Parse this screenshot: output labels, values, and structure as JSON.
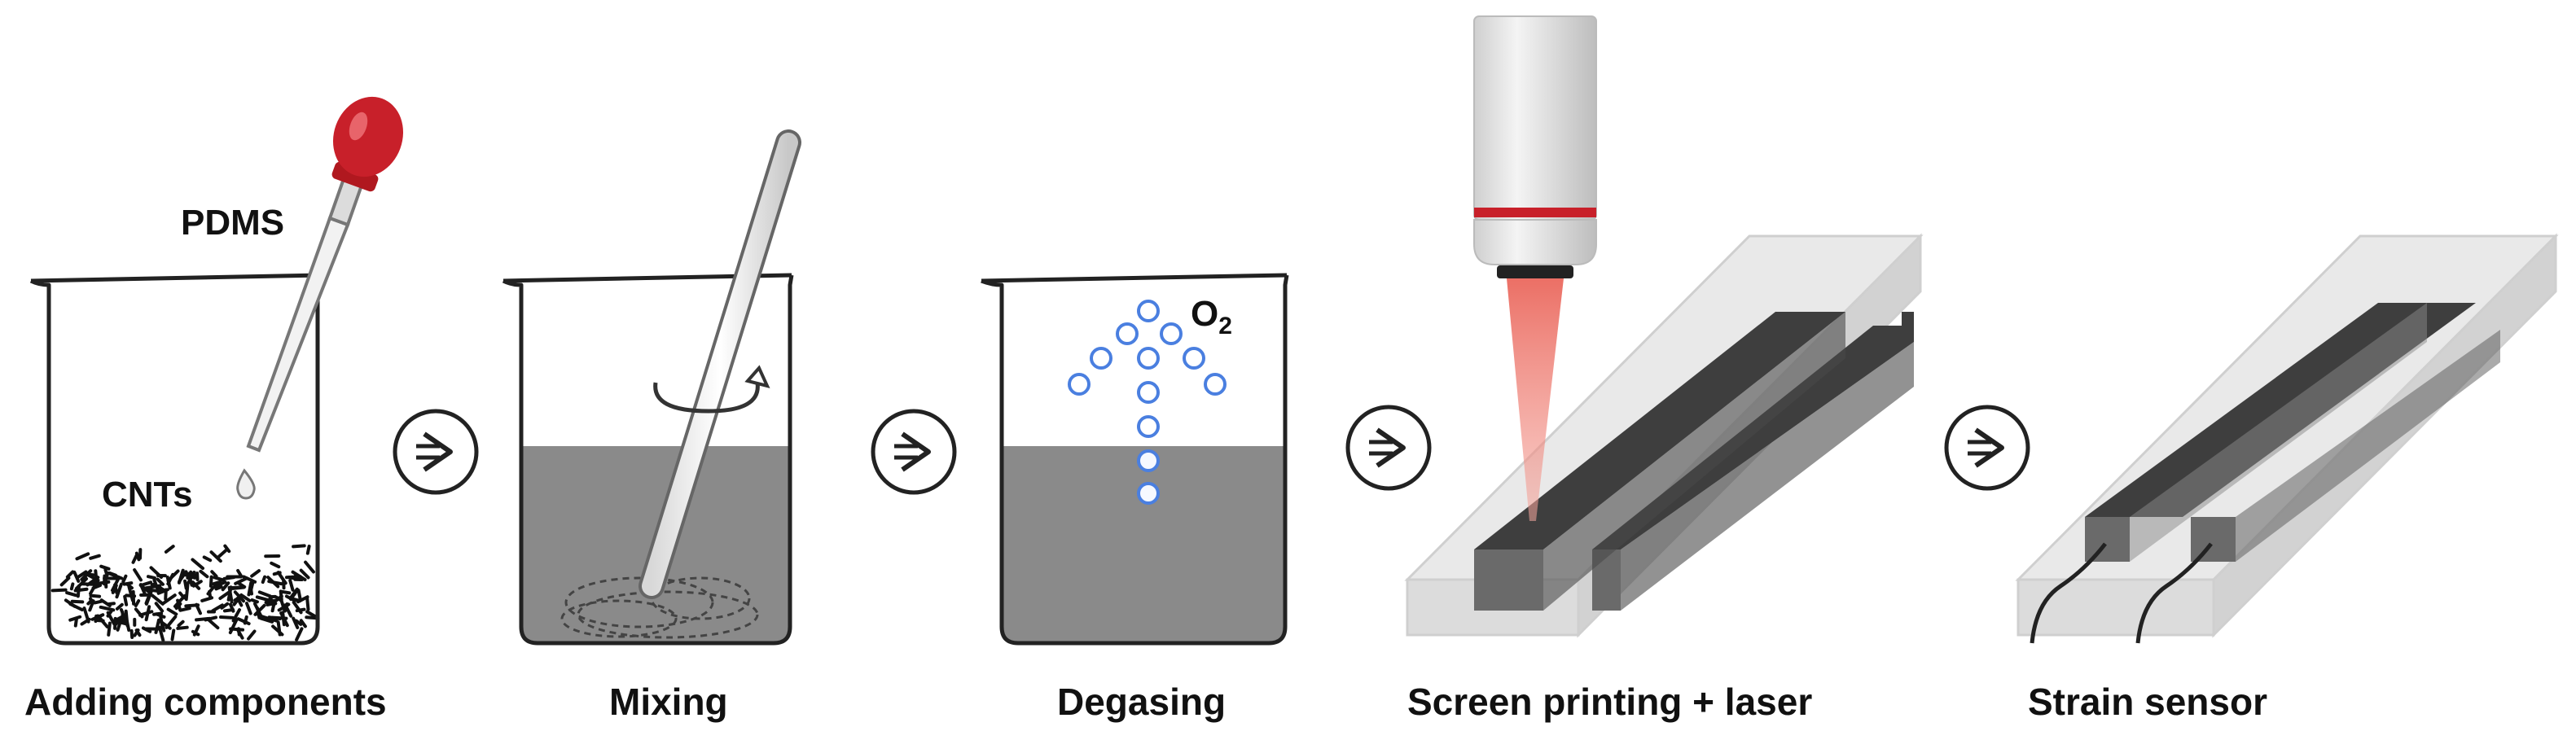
{
  "steps": [
    {
      "caption": "Adding components",
      "labels": {
        "pdms": "PDMS",
        "cnts": "CNTs"
      }
    },
    {
      "caption": "Mixing"
    },
    {
      "caption": "Degasing",
      "labels": {
        "gas_base": "O",
        "gas_sub": "2"
      }
    },
    {
      "caption": "Screen printing + laser"
    },
    {
      "caption": "Strain sensor"
    }
  ],
  "arrow_icon": "circled-right-arrow",
  "colors": {
    "liquid": "#8a8a8a",
    "pipette_bulb": "#c8202a",
    "laser": "#f08a7e",
    "laser_band": "#c8202a",
    "bubble": "#4a7fe0",
    "substrate": "#e6e6e6",
    "track": "#555555"
  }
}
